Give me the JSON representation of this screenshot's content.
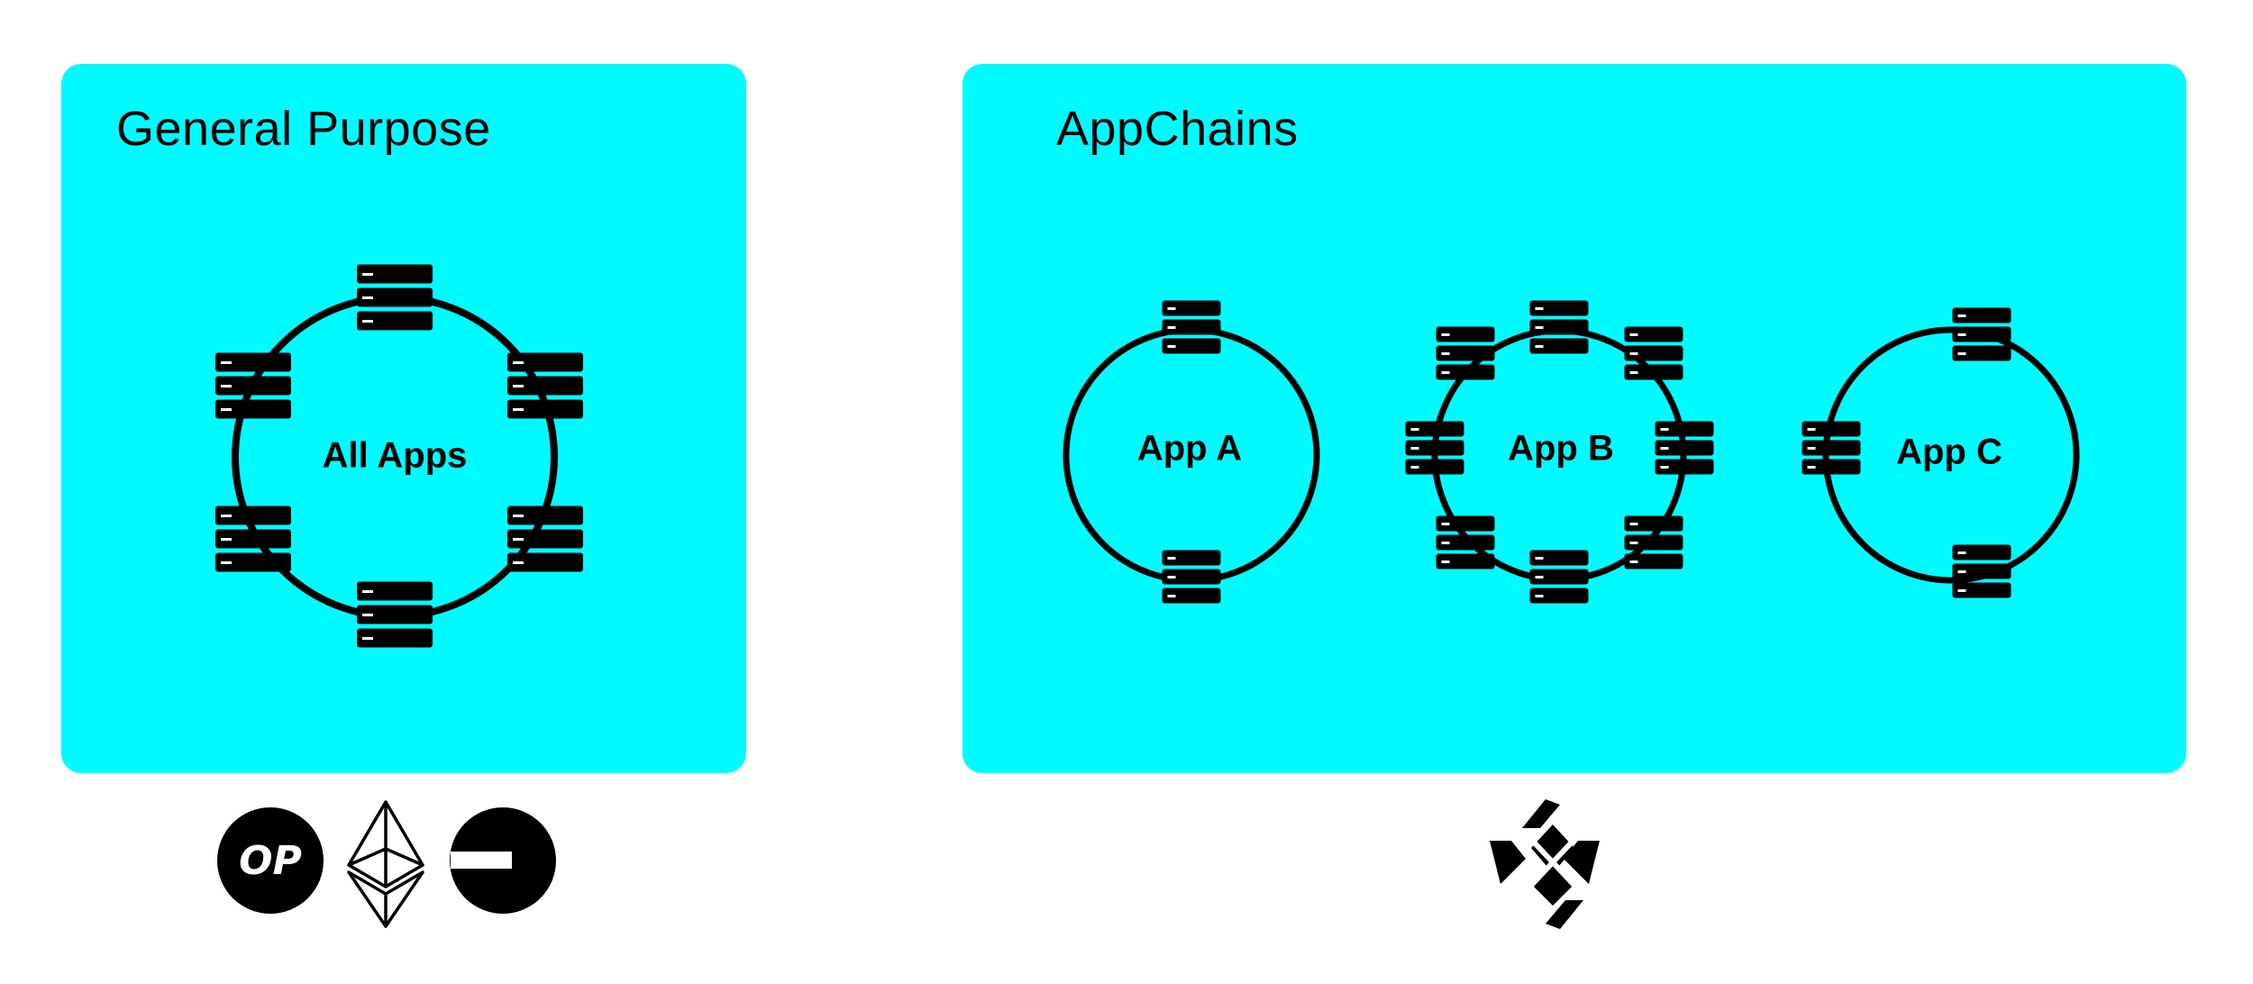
{
  "panels": {
    "general": {
      "title": "General Purpose"
    },
    "appchains": {
      "title": "AppChains"
    }
  },
  "networks": {
    "all_apps": {
      "label": "All Apps"
    },
    "app_a": {
      "label": "App A"
    },
    "app_b": {
      "label": "App B"
    },
    "app_c": {
      "label": "App C"
    }
  },
  "logos": {
    "general": [
      "optimism-logo",
      "ethereum-logo",
      "base-logo"
    ],
    "appchains": [
      "cosmos-hub-logo"
    ],
    "optimism_text": "OP"
  },
  "colors": {
    "panel_bg": "#00fbff",
    "ink": "#000000",
    "page_bg": "#ffffff"
  }
}
